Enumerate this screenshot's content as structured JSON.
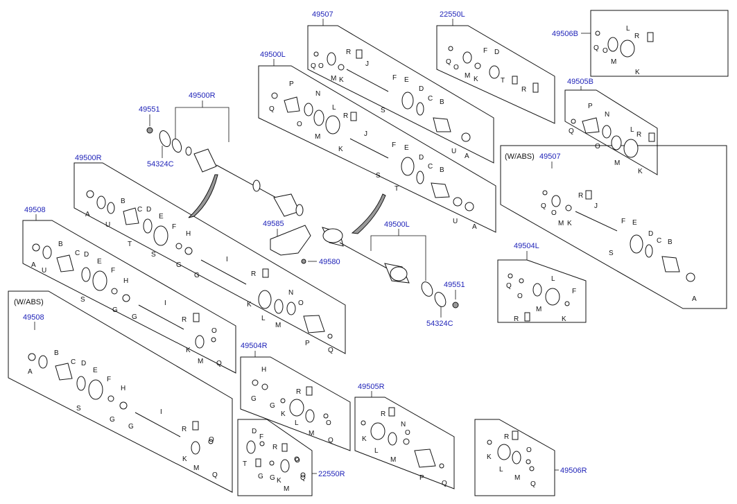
{
  "part_numbers": {
    "p49507_top": "49507",
    "p22550L": "22550L",
    "p49506B": "49506B",
    "p49500L_top": "49500L",
    "p49505B": "49505B",
    "p49551_left": "49551",
    "p49500R_top": "49500R",
    "p54324C_left": "54324C",
    "p49500R_box": "49500R",
    "p49508_top": "49508",
    "p49585": "49585",
    "p49580": "49580",
    "p49500L_mid": "49500L",
    "p49551_right": "49551",
    "p54324C_right": "54324C",
    "p49507_abs": "49507",
    "p49504L": "49504L",
    "p49508_abs": "49508",
    "p49504R": "49504R",
    "p49505R": "49505R",
    "p22550R": "22550R",
    "p49506R": "49506R"
  },
  "notes": {
    "abs_right": "(W/ABS)",
    "abs_left": "(W/ABS)"
  },
  "letters": {
    "A": "A",
    "B": "B",
    "C": "C",
    "D": "D",
    "E": "E",
    "F": "F",
    "G": "G",
    "H": "H",
    "I": "I",
    "J": "J",
    "K": "K",
    "L": "L",
    "M": "M",
    "N": "N",
    "O": "O",
    "P": "P",
    "Q": "Q",
    "R": "R",
    "S": "S",
    "T": "T",
    "U": "U"
  }
}
